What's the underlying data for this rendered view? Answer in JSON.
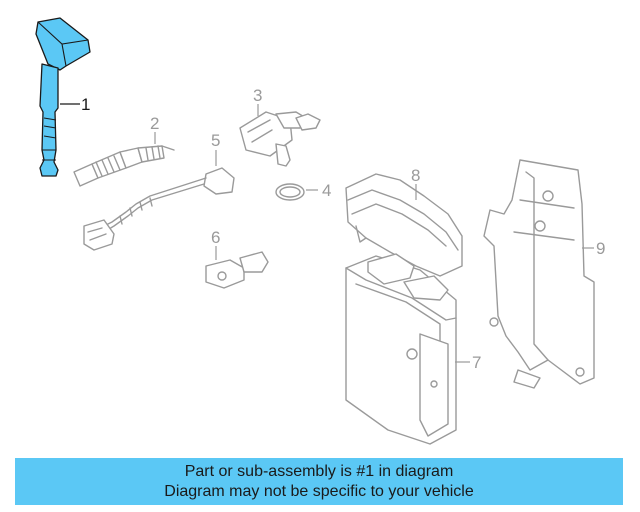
{
  "callouts": {
    "c1": "1",
    "c2": "2",
    "c3": "3",
    "c4": "4",
    "c5": "5",
    "c6": "6",
    "c7": "7",
    "c8": "8",
    "c9": "9"
  },
  "banner": {
    "line1": "Part or sub-assembly is #1 in diagram",
    "line2": "Diagram may not be specific to your vehicle"
  },
  "colors": {
    "highlight": "#5bc8f5",
    "outline": "#9a9a9a"
  }
}
